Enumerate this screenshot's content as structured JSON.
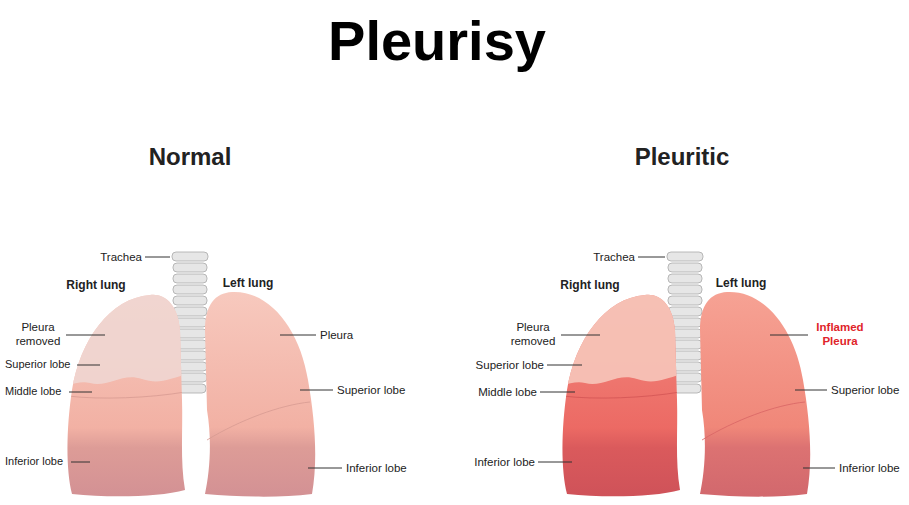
{
  "diagram": {
    "title": "Pleurisy",
    "labels": [
      "Normal",
      "Pleuritic",
      "Trachea",
      "Right lung",
      "Left lung",
      "Pleura removed",
      "Pleura",
      "Superior lobe",
      "Middle lobe",
      "Superior lobe",
      "Inferior lobe",
      "Inferior lobe",
      "Trachea",
      "Right lung",
      "Left lung",
      "Pleura removed",
      "Superior lobe",
      "Middle lobe",
      "Inflamed Pleura",
      "Superior lobe",
      "Inferior lobe",
      "Inferior lobe"
    ]
  }
}
